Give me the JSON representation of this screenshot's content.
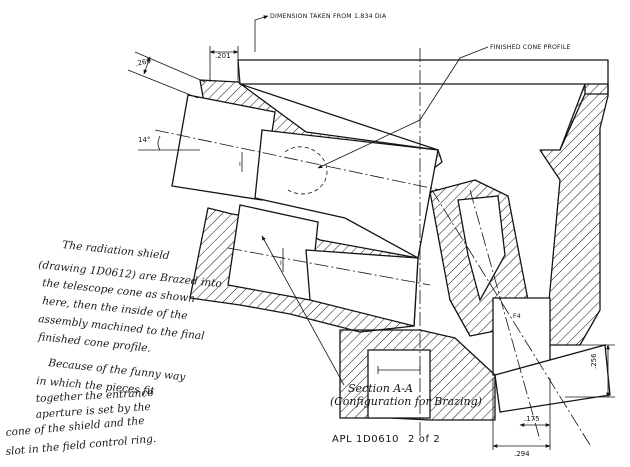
{
  "annotations": {
    "dimension_source": "DIMENSION TAKEN FROM 1.834 DIA",
    "finished_profile": "FINISHED CONE PROFILE"
  },
  "dimensions": {
    "d201": ".201",
    "d260": ".260",
    "angle14": "14°",
    "d256": ".256",
    "d175": ".175",
    "d294": ".294"
  },
  "title_block": {
    "section": "Section A-A",
    "subtitle": "(Configuration for Brazing)",
    "drawing_number": "APL 1D0610",
    "sheet": "2 of 2"
  },
  "handwritten_note": {
    "lines": [
      "The radiation shield",
      "(drawing 1D0612) are Brazed into",
      "the telescope cone as shown",
      "here, then the inside of the",
      "assembly machined to the final",
      "finished cone profile.",
      "Because of the funny way",
      "in which the pieces fit",
      "together the entrance",
      "aperture is set by the",
      "cone of the shield and the",
      "slot in the field control ring."
    ]
  },
  "part_marks": {
    "upper_shield": "I",
    "lower_shield": "I",
    "right_block": "F4"
  }
}
